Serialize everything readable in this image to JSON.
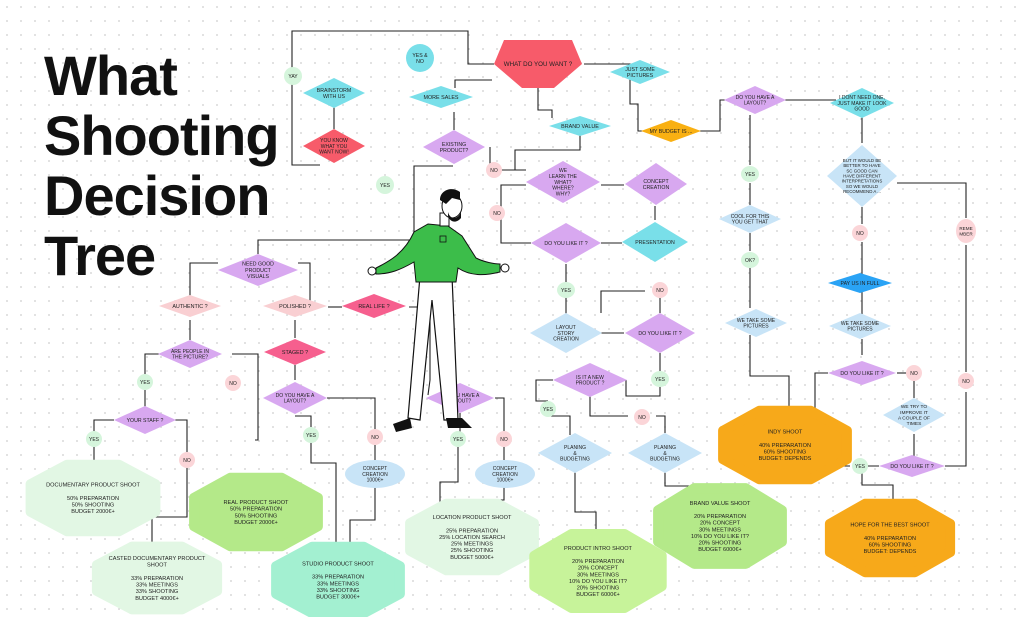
{
  "title_lines": [
    "What",
    "Shooting",
    "Decision",
    "Tree"
  ],
  "colors": {
    "pink_light": "#f9cfd2",
    "pink_hot": "#f65f8e",
    "red": "#f75b6a",
    "violet": "#d8a8f0",
    "aqua": "#79dfe9",
    "sky": "#c8e4f7",
    "mint_dot": "#d5f5dc",
    "rose_dot": "#fbd5d8",
    "blue_pill": "#2aa3f5",
    "orange": "#f9b012",
    "amber": "#f7a91a",
    "green_shoot": "#b4e989",
    "lime_shoot": "#c7f39a",
    "mint_shoot": "#b9f2d8",
    "teal_shoot": "#a3f0d1",
    "pale_shoot": "#e2f7e4",
    "line": "#222222",
    "shirt": "#3cbd4a"
  },
  "nodes": {
    "what_do_you_want": "WHAT DO YOU WANT ?",
    "yes_no": "YES &\nNO",
    "just_some_pictures": "JUST SOME\nPICTURES",
    "yay": "YAY",
    "brainstorm": "BRAINSTORM\nWITH US",
    "you_know": "YOU KNOW\nWHAT YOU\nWANT NOW!",
    "more_sales": "MORE SALES",
    "brand_value": "BRAND VALUE",
    "existing_product": "EXISTING\nPRODUCT?",
    "my_budget": "MY BUDGET IS ...",
    "do_you_have_layout_top": "DO YOU HAVE A\nLAYOUT?",
    "dont_need_one": "I DONT NEED ONE,\nJUST MAKE IT LOOK\nGOOD",
    "we_learn": "WE\nLEARN THE\nWHAT?\nWHERE?\nWHY?",
    "concept_creation_top": "CONCEPT\nCREATION",
    "no_1": "NO",
    "yes_1": "YES",
    "no_2": "NO",
    "do_you_like_1": "DO YOU LIKE IT ?",
    "presentation": "PRESENTATION",
    "need_good_visuals": "NEED GOOD\nPRODUCT\nVISUALS",
    "authentic": "AUTHENTIC ?",
    "polished": "POLISHED ?",
    "real_life": "REAL LIFE ?",
    "people_in_picture": "ARE PEOPLE IN\nTHE PICTURE?",
    "staged": "STAGED ?",
    "yes_2": "YES",
    "no_3": "NO",
    "your_staff": "YOUR STAFF ?",
    "yes_3": "YES",
    "no_4": "NO",
    "do_you_have_layout_mid": "DO YOU HAVE A\nLAYOUT?",
    "do_you_have_layout_center": "DO YOU HAVE A\nLAYOUT?",
    "yes_4": "YES",
    "no_5": "NO",
    "yes_5": "YES",
    "no_6": "NO",
    "concept_creation_1000_a": "CONCEPT\nCREATION\n1000€+",
    "concept_creation_1000_b": "CONCEPT\nCREATION\n1000€+",
    "yes_6": "YES",
    "no_7": "NO",
    "layout_story": "LAYOUT\nSTORY\nCREATION",
    "do_you_like_2": "DO YOU LIKE IT ?",
    "yes_7": "YES",
    "is_new_product": "IS IT A NEW\nPRODUCT ?",
    "yes_8": "YES",
    "no_8": "NO",
    "planing_1": "PLANING\n&\nBUDGETING",
    "planing_2": "PLANING\n&\nBUDGETING",
    "yes_9": "YES",
    "cool_for_this": "COOL FOR THIS\nYOU GET THAT",
    "ok": "OK?",
    "we_take_left": "WE TAKE SOME\nPICTURES",
    "but_it_would": "BUT IT WOULD BE\nBETTER TO HAVE\nSC GOOD CAN\nHAVE DIFFERENT\nINTERPRETATIONS\nSO WE WOULD\nRECOMMEND A ...",
    "no_9": "NO",
    "remember": "REME\nMBER",
    "pay_us": "PAY US IN FULL",
    "we_take_right": "WE TAKE SOME\nPICTURES",
    "do_you_like_3": "DO YOU LIKE IT ?",
    "no_10": "NO",
    "no_11": "NO",
    "try_to_improve": "WE TRY TO\nIMPROVE IT\nA COUPLE OF\nTIMES",
    "do_you_like_4": "DO YOU LIKE IT ?",
    "yes_10": "YES"
  },
  "outcomes": {
    "documentary": "DOCUMENTARY PRODUCT SHOOT\n \n50% PREPARATION\n50% SHOOTING\nBUDGET 2000€+",
    "real_product": "REAL PRODUCT SHOOT\n50% PREPARATION\n50% SHOOTING\nBUDGET 2000€+",
    "casted_documentary": "CASTED DOCUMENTARY PRODUCT\nSHOOT\n \n33% PREPARATION\n33% MEETINGS\n33% SHOOTING\nBUDGET 4000€+",
    "studio": "STUDIO PRODUCT SHOOT\n \n33% PREPARATION\n33% MEETINGS\n33% SHOOTING\nBUDGET 3000€+",
    "location": "LOCATION PRODUCT SHOOT\n \n25% PREPARATION\n25% LOCATION SEARCH\n25% MEETINGS\n25% SHOOTING\nBUDGET 5000€+",
    "product_intro": "PRODUCT INTRO SHOOT\n \n20% PREPARATION\n20% CONCEPT\n30% MEETINGS\n10% DO YOU LIKE IT?\n20% SHOOTING\nBUDGET 6000€+",
    "brand_value_shoot": "BRAND VALUE SHOOT\n \n20% PREPARATION\n20% CONCEPT\n30% MEETINGS\n10% DO YOU LIKE IT?\n20% SHOOTING\nBUDGET 6000€+",
    "indy": "INDY SHOOT\n \n40% PREPARATION\n60% SHOOTING\nBUDGET: DEPENDS",
    "hope": "HOPE FOR THE BEST SHOOT\n \n40% PREPARATION\n60% SHOOTING\nBUDGET: DEPENDS"
  }
}
